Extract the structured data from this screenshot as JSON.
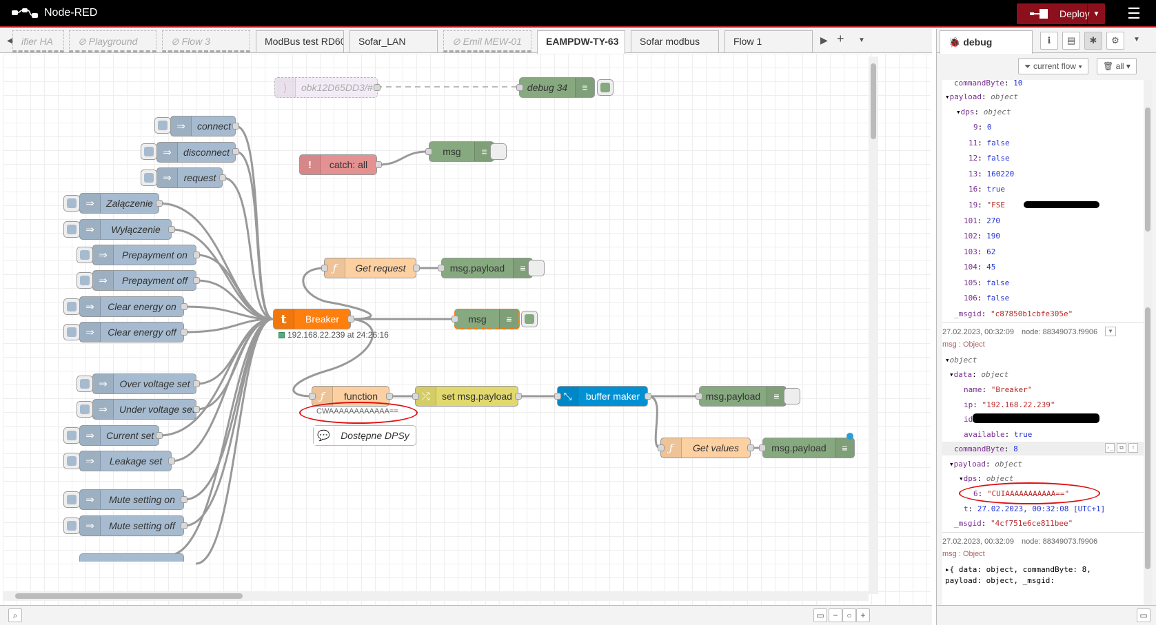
{
  "header": {
    "title": "Node-RED",
    "deploy_label": "Deploy"
  },
  "tabs": [
    {
      "label": "ifier HA",
      "state": "disabled"
    },
    {
      "label": "Playground",
      "state": "disabled"
    },
    {
      "label": "Flow 3",
      "state": "disabled"
    },
    {
      "label": "ModBus test RD600",
      "state": "normal"
    },
    {
      "label": "Sofar_LAN",
      "state": "normal"
    },
    {
      "label": "Emil MEW-01",
      "state": "disabled"
    },
    {
      "label": "EAMPDW-TY-63",
      "state": "active"
    },
    {
      "label": "Sofar modbus",
      "state": "normal"
    },
    {
      "label": "Flow 1",
      "state": "normal"
    }
  ],
  "nodes": {
    "mqtt_in": "obk12D65DD3/#",
    "debug34": "debug 34",
    "catch": "catch: all",
    "catch_debug": "msg",
    "inject_connect": "connect",
    "inject_disconnect": "disconnect",
    "inject_request": "request",
    "inject_zalaczenie": "Załączenie",
    "inject_wylaczenie": "Wyłączenie",
    "inject_prepay_on": "Prepayment on",
    "inject_prepay_off": "Prepayment off",
    "inject_clear_on": "Clear energy on",
    "inject_clear_off": "Clear energy off",
    "inject_over_voltage": "Over voltage set",
    "inject_under_voltage": "Under voltage set",
    "inject_current": "Current set",
    "inject_leakage": "Leakage set",
    "inject_mute_on": "Mute setting on",
    "inject_mute_off": "Mute setting off",
    "get_request": "Get request",
    "get_request_debug": "msg.payload",
    "breaker": "Breaker",
    "breaker_status": "192.168.22.239 at 24:26:16",
    "breaker_debug": "msg",
    "function": "function",
    "function_status": "CWAAAAAAAAAAAA==",
    "set_payload": "set msg.payload",
    "buffer_maker": "buffer maker",
    "buffer_debug": "msg.payload",
    "get_values": "Get values",
    "get_values_debug": "msg.payload",
    "comment": "Dostępne DPSy"
  },
  "sidebar": {
    "tab_label": "debug",
    "filter_label": "current flow",
    "clear_label": "all",
    "message1": {
      "lines": [
        {
          "key": "commandByte",
          "val": "10",
          "kind": "n"
        },
        {
          "key": "payload",
          "val": "object",
          "kind": "t"
        },
        {
          "key": "dps",
          "val": "object",
          "kind": "t"
        },
        {
          "key": "9",
          "val": "0",
          "kind": "n"
        },
        {
          "key": "11",
          "val": "false",
          "kind": "b"
        },
        {
          "key": "12",
          "val": "false",
          "kind": "b"
        },
        {
          "key": "13",
          "val": "160220",
          "kind": "n"
        },
        {
          "key": "16",
          "val": "true",
          "kind": "b"
        },
        {
          "key": "19",
          "val": "\"FSE",
          "kind": "s"
        },
        {
          "key": "101",
          "val": "270",
          "kind": "n"
        },
        {
          "key": "102",
          "val": "190",
          "kind": "n"
        },
        {
          "key": "103",
          "val": "62",
          "kind": "n"
        },
        {
          "key": "104",
          "val": "45",
          "kind": "n"
        },
        {
          "key": "105",
          "val": "false",
          "kind": "b"
        },
        {
          "key": "106",
          "val": "false",
          "kind": "b"
        },
        {
          "key": "_msgid",
          "val": "\"c87850b1cbfe305e\"",
          "kind": "s"
        }
      ]
    },
    "message2": {
      "timestamp": "27.02.2023, 00:32:09",
      "node": "node: 88349073.f9906",
      "topic": "msg : Object",
      "lines": [
        {
          "key": "",
          "val": "object",
          "kind": "t"
        },
        {
          "key": "data",
          "val": "object",
          "kind": "t"
        },
        {
          "key": "name",
          "val": "\"Breaker\"",
          "kind": "s"
        },
        {
          "key": "ip",
          "val": "\"192.168.22.239\"",
          "kind": "s"
        },
        {
          "key": "id",
          "val": "",
          "kind": "s"
        },
        {
          "key": "available",
          "val": "true",
          "kind": "b"
        },
        {
          "key": "commandByte",
          "val": "8",
          "kind": "n"
        },
        {
          "key": "payload",
          "val": "object",
          "kind": "t"
        },
        {
          "key": "dps",
          "val": "object",
          "kind": "t"
        },
        {
          "key": "6",
          "val": "\"CUIAAAAAAAAAAA==\"",
          "kind": "s"
        },
        {
          "key": "t",
          "val": "27.02.2023, 00:32:08 [UTC+1]",
          "kind": "n"
        },
        {
          "key": "_msgid",
          "val": "\"4cf751e6ce811bee\"",
          "kind": "s"
        }
      ]
    },
    "message3": {
      "timestamp": "27.02.2023, 00:32:09",
      "node": "node: 88349073.f9906",
      "topic": "msg : Object",
      "summary": "{ data: object, commandByte: 8,",
      "summary2": "payload: object, _msgid:"
    }
  },
  "colors": {
    "inject": "#a6bbcf",
    "debug": "#87a980",
    "function": "#fdd0a2",
    "change": "#e2d96e",
    "catch": "#e49191",
    "tuya": "#ff7f0e",
    "buffer": "#0090d4",
    "annotation": "#e01010"
  }
}
